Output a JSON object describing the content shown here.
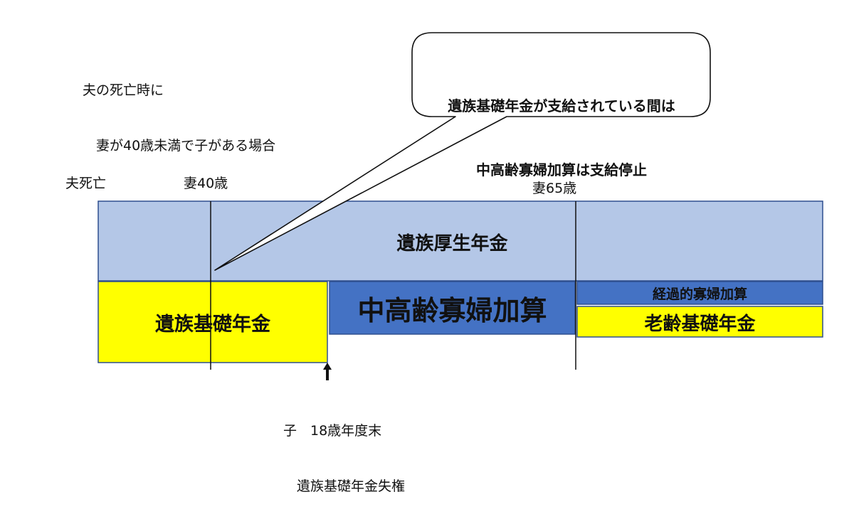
{
  "heading": {
    "line1": "夫の死亡時に",
    "line2": "　妻が40歳未満で子がある場合"
  },
  "callout": {
    "line1": "遺族基礎年金が支給されている間は",
    "line2": "中高齢寡婦加算は支給停止"
  },
  "markers": {
    "husband_death": "夫死亡",
    "wife_40": "妻40歳",
    "wife_65": "妻65歳"
  },
  "bars": {
    "survivors_employee_pension": "遺族厚生年金",
    "survivors_basic_pension": "遺族基礎年金",
    "middle_aged_widow_addition": "中高齢寡婦加算",
    "transitional_widow_addition": "経過的寡婦加算",
    "old_age_basic_pension": "老齢基礎年金"
  },
  "child_note": {
    "line1": "子　18歳年度末",
    "line2": "　遺族基礎年金失権"
  },
  "colors": {
    "light_blue": "#b4c7e7",
    "blue": "#4472c4",
    "yellow": "#ffff00",
    "border": "#2f4f8f"
  }
}
